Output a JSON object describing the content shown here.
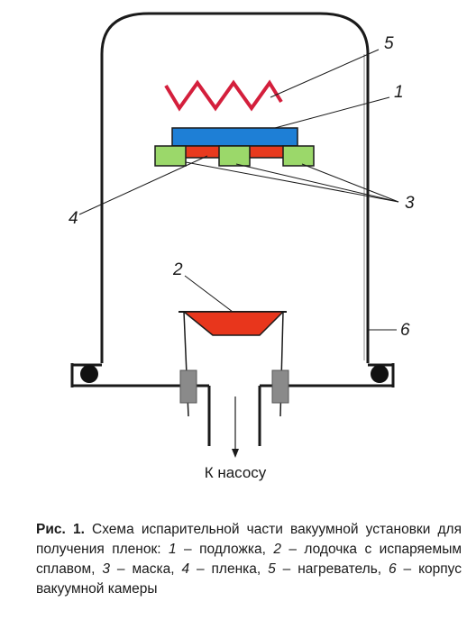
{
  "diagram": {
    "callouts": {
      "c1": "1",
      "c2": "2",
      "c3": "3",
      "c4": "4",
      "c5": "5",
      "c6": "6"
    },
    "pump_label": "К насосу",
    "colors": {
      "substrate": "#1e7fd6",
      "film": "#e83a1e",
      "mask": "#9bd86a",
      "boat": "#e8361c",
      "clamp": "#8a8a8a",
      "heater": "#d41f3c",
      "line": "#1a1a1a"
    }
  },
  "caption": {
    "label": "Рис. 1.",
    "intro": " Схема испарительной части вакуумной установки для получения пленок: ",
    "n1": "1",
    "t1": " – подложка, ",
    "n2": "2",
    "t2": " – лодочка с испаряемым сплавом, ",
    "n3": "3",
    "t3": " – маска, ",
    "n4": "4",
    "t4": " – пленка, ",
    "n5": "5",
    "t5": " – нагреватель, ",
    "n6": "6",
    "t6": " – корпус вакуумной камеры"
  }
}
